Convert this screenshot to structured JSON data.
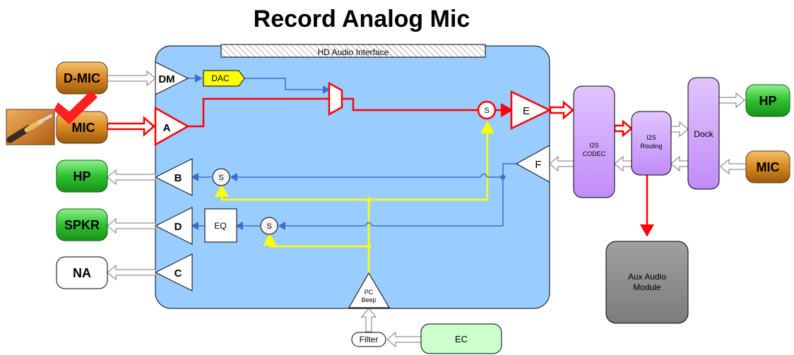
{
  "title": "Record Analog Mic",
  "interface_label": "HD Audio Interface",
  "external": {
    "dmic": "D-MIC",
    "mic_left": "MIC",
    "hp_left": "HP",
    "spkr": "SPKR",
    "na": "NA",
    "hp_right": "HP",
    "mic_right": "MIC",
    "ec": "EC",
    "filter": "Filter",
    "aux_line1": "Aux Audio",
    "aux_line2": "Module"
  },
  "internal": {
    "dm": "DM",
    "dac": "DAC",
    "amp_a": "A",
    "amp_b": "B",
    "amp_c": "C",
    "amp_d": "D",
    "amp_e": "E",
    "amp_f": "F",
    "eq": "EQ",
    "sum": "S",
    "pc_beep_line1": "PC",
    "pc_beep_line2": "Beep"
  },
  "right_blocks": {
    "codec_line1": "I2S",
    "codec_line2": "CODEC",
    "routing_line1": "I2S",
    "routing_line2": "Routing",
    "dock": "Dock"
  },
  "colors": {
    "interface_fill": "#99ccff",
    "record_path": "#ff0000",
    "beep_path": "#ffff00",
    "signal_line": "#3a6fc8",
    "purple_block": "#cc99ff",
    "green_block": "#22bb22",
    "orange_block": "#cc7a1a",
    "gray_block": "#8c8c8c",
    "ec_fill": "#ccffcc"
  }
}
